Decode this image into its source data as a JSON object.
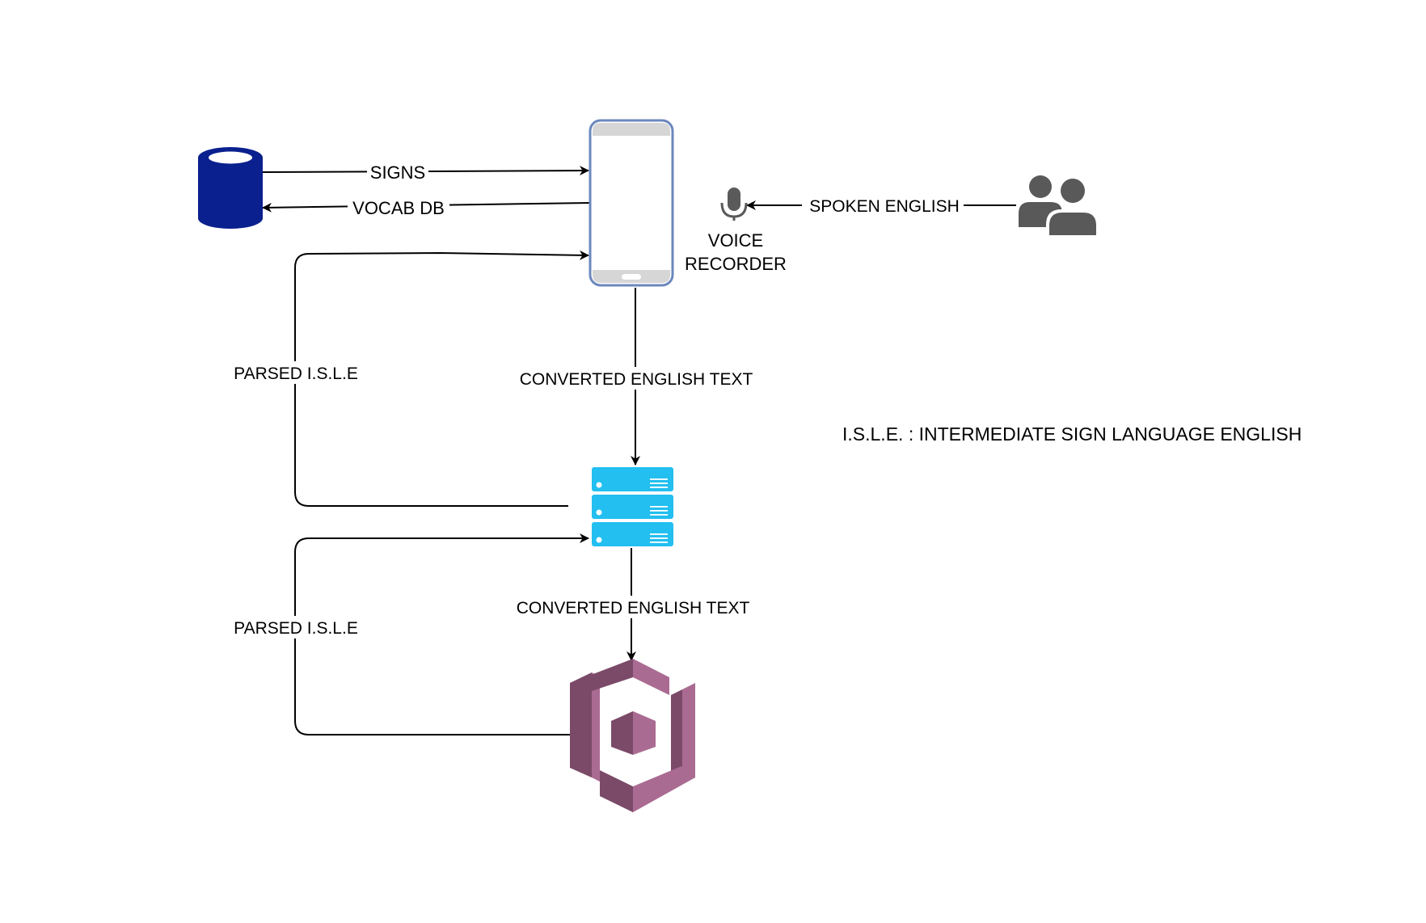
{
  "labels": {
    "signs": "SIGNS",
    "vocab_db": "VOCAB DB",
    "spoken_english": "SPOKEN ENGLISH",
    "voice_recorder_line1": "VOICE",
    "voice_recorder_line2": "RECORDER",
    "converted_text_top": "CONVERTED ENGLISH TEXT",
    "converted_text_bottom": "CONVERTED ENGLISH TEXT",
    "parsed_isle_top": "PARSED I.S.L.E",
    "parsed_isle_bottom": "PARSED I.S.L.E",
    "legend": "I.S.L.E. : INTERMEDIATE SIGN LANGUAGE ENGLISH"
  },
  "nodes": {
    "database": {
      "icon": "database-cylinder-icon",
      "color": "#0a208e"
    },
    "phone": {
      "icon": "mobile-phone-icon",
      "border_color": "#6b87bd",
      "bar_color": "#d6d6d6"
    },
    "microphone": {
      "icon": "microphone-icon",
      "color": "#5a5a5a"
    },
    "users": {
      "icon": "users-group-icon",
      "color": "#595959"
    },
    "server": {
      "icon": "server-rack-icon",
      "color": "#22bff0"
    },
    "aws": {
      "icon": "aws-cognito-icon",
      "colors": [
        "#7b4a68",
        "#aa6b92",
        "#935a7c"
      ]
    }
  }
}
